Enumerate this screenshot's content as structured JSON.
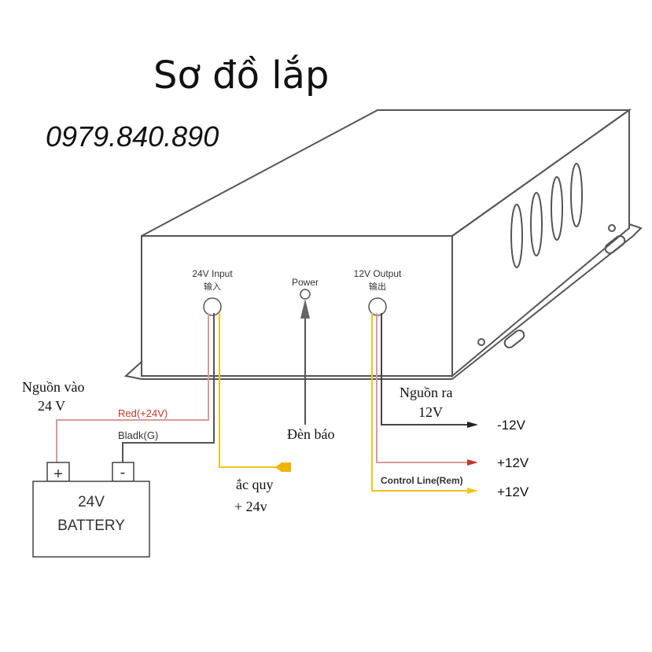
{
  "title": "Sơ đồ lắp",
  "phone": "0979.840.890",
  "device": {
    "input_label": "24V  Input",
    "input_cn": "输入",
    "power_label": "Power",
    "output_label": "12V Output",
    "output_cn": "输出"
  },
  "input_side": {
    "source_line1": "Nguồn vào",
    "source_line2": "24 V",
    "red_wire": "Red(+24V)",
    "black_wire": "Bladk(G)",
    "yellow_line1": "ắc quy",
    "yellow_line2": "+ 24v"
  },
  "battery": {
    "plus": "+",
    "minus": "-",
    "voltage": "24V",
    "label": "BATTERY"
  },
  "indicator": "Đèn báo",
  "output_side": {
    "source_line1": "Nguồn ra",
    "source_line2": "12V",
    "neg": "-12V",
    "pos": "+12V",
    "control_label": "Control Line(Rem)",
    "control": "+12V"
  },
  "colors": {
    "red": "#c0392b",
    "red_wire": "#d99a9a",
    "yellow": "#f0c419",
    "line": "#444444"
  }
}
